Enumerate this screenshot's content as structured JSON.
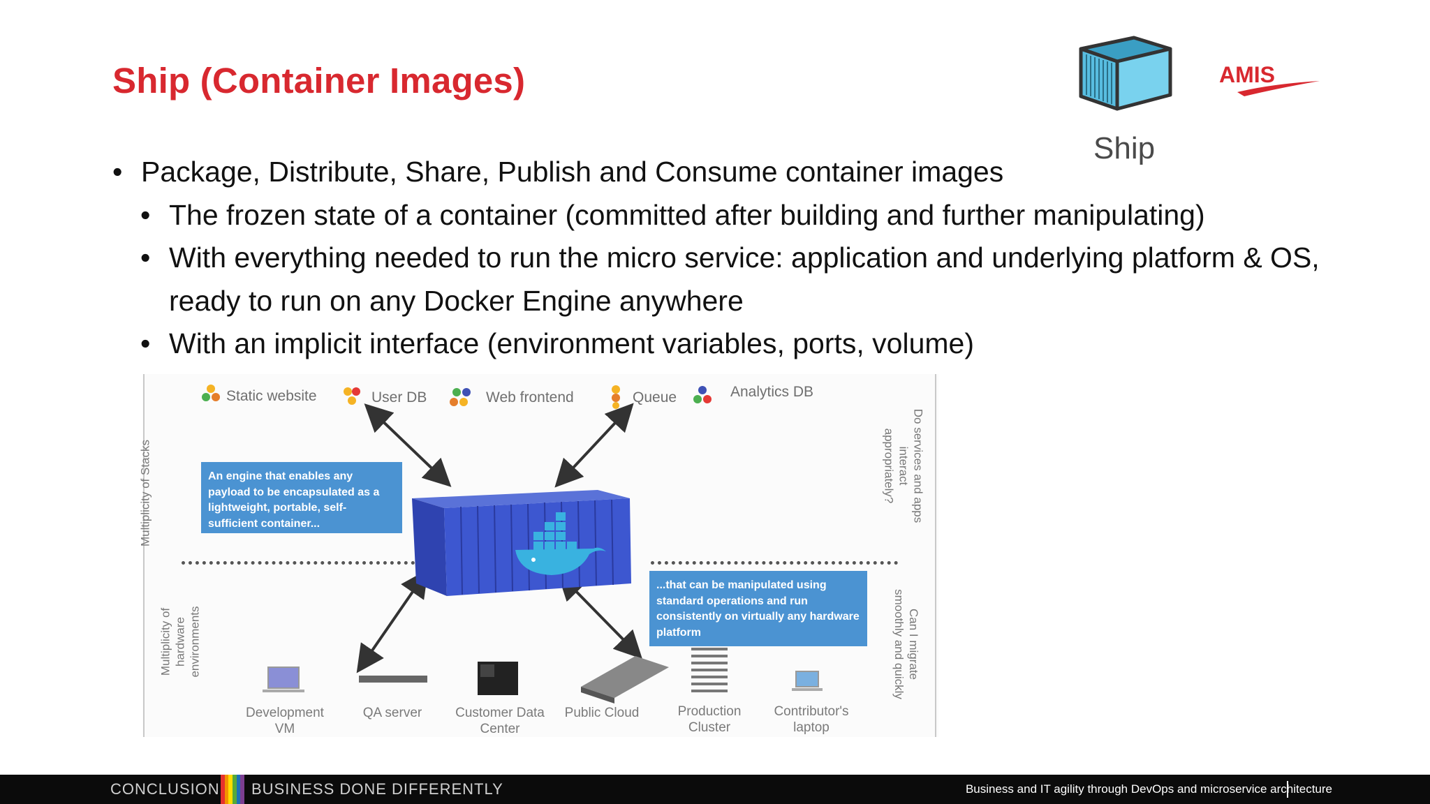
{
  "slide": {
    "title": "Ship (Container Images)",
    "bullets": [
      {
        "level": 1,
        "text": "Package, Distribute, Share, Publish and Consume container images"
      },
      {
        "level": 2,
        "text": "The frozen state of a container (committed after building and further manipulating)"
      },
      {
        "level": 2,
        "text": "With everything needed to run the micro service: application and underlying platform & OS, ready to run on any Docker Engine anywhere"
      },
      {
        "level": 2,
        "text": "With an implicit interface (environment variables, ports, volume)"
      }
    ]
  },
  "ship_icon": {
    "label": "Ship",
    "icon": "shipping-container-icon"
  },
  "brand": {
    "logo": "AMIS"
  },
  "diagram": {
    "stacks": [
      "Static website",
      "User DB",
      "Web frontend",
      "Queue",
      "Analytics DB"
    ],
    "left_labels": {
      "top": "Multiplicity of Stacks",
      "bottom": "Multiplicity of\nhardware\nenvironments"
    },
    "right_labels": {
      "top": "Do services and apps\ninteract\nappropriately?",
      "bottom": "Can I migrate\nsmoothly and quickly"
    },
    "callout_left": "An engine that enables any payload to be encapsulated as a lightweight, portable, self-sufficient container...",
    "callout_right": "...that can be manipulated using standard operations and run consistently on virtually any hardware platform",
    "environments": [
      "Development VM",
      "QA server",
      "Customer Data Center",
      "Public Cloud",
      "Production Cluster",
      "Contributor's laptop"
    ],
    "center_icon": "docker-container-icon"
  },
  "footer": {
    "left": "CONCLUSION",
    "left2": "BUSINESS DONE DIFFERENTLY",
    "right": "Business and IT agility through DevOps and microservice architecture",
    "stripe_colors": [
      "#e6312d",
      "#f39200",
      "#ffdd00",
      "#56aa3a",
      "#1d71b8",
      "#7c3e91"
    ]
  }
}
